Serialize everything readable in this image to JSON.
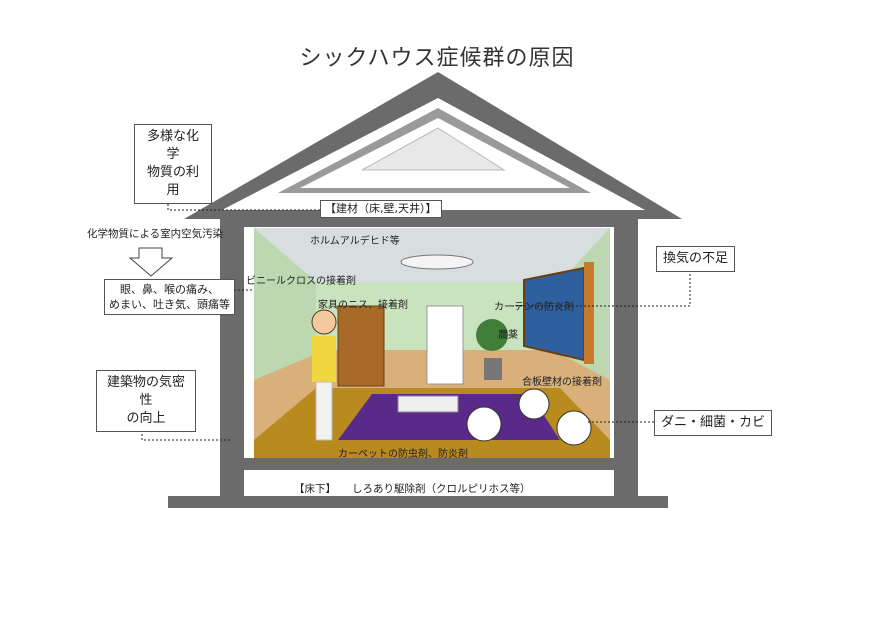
{
  "title": "シックハウス症候群の原因",
  "labels": {
    "chem_use": [
      "多様な化学",
      "物質の利用"
    ],
    "building_materials": "【建材（床,壁,天井）】",
    "indoor_pollution": "化学物質による室内空気汚染",
    "symptoms": [
      "眼、鼻、喉の痛み、",
      "めまい、吐き気、頭痛等"
    ],
    "airtight": [
      "建築物の気密性",
      "の向上"
    ],
    "ventilation": "換気の不足",
    "mites": "ダニ・細菌・カビ",
    "floor_under": "【床下】",
    "termite": "しろあり駆除剤（クロルピリホス等）",
    "formaldehyde": "ホルムアルデヒド等",
    "vinyl_cloth": "ビニールクロスの接着剤",
    "furniture": "家具のニス、接着剤",
    "curtain": "カーテンの防炎剤",
    "pesticide": "農薬",
    "plywood": "合板壁材の接着剤",
    "carpet": "カーペットの防虫剤、防炎剤"
  },
  "colors": {
    "house_frame": "#6b6b6b",
    "roof_light": "#9a9a9a",
    "wall_green": "#c9e3bf",
    "ceiling": "#d8dde0",
    "floor": "#b98a1e",
    "rug": "#5a2a8a",
    "window": "#2f5f9e",
    "curtain": "#c87a2a"
  }
}
